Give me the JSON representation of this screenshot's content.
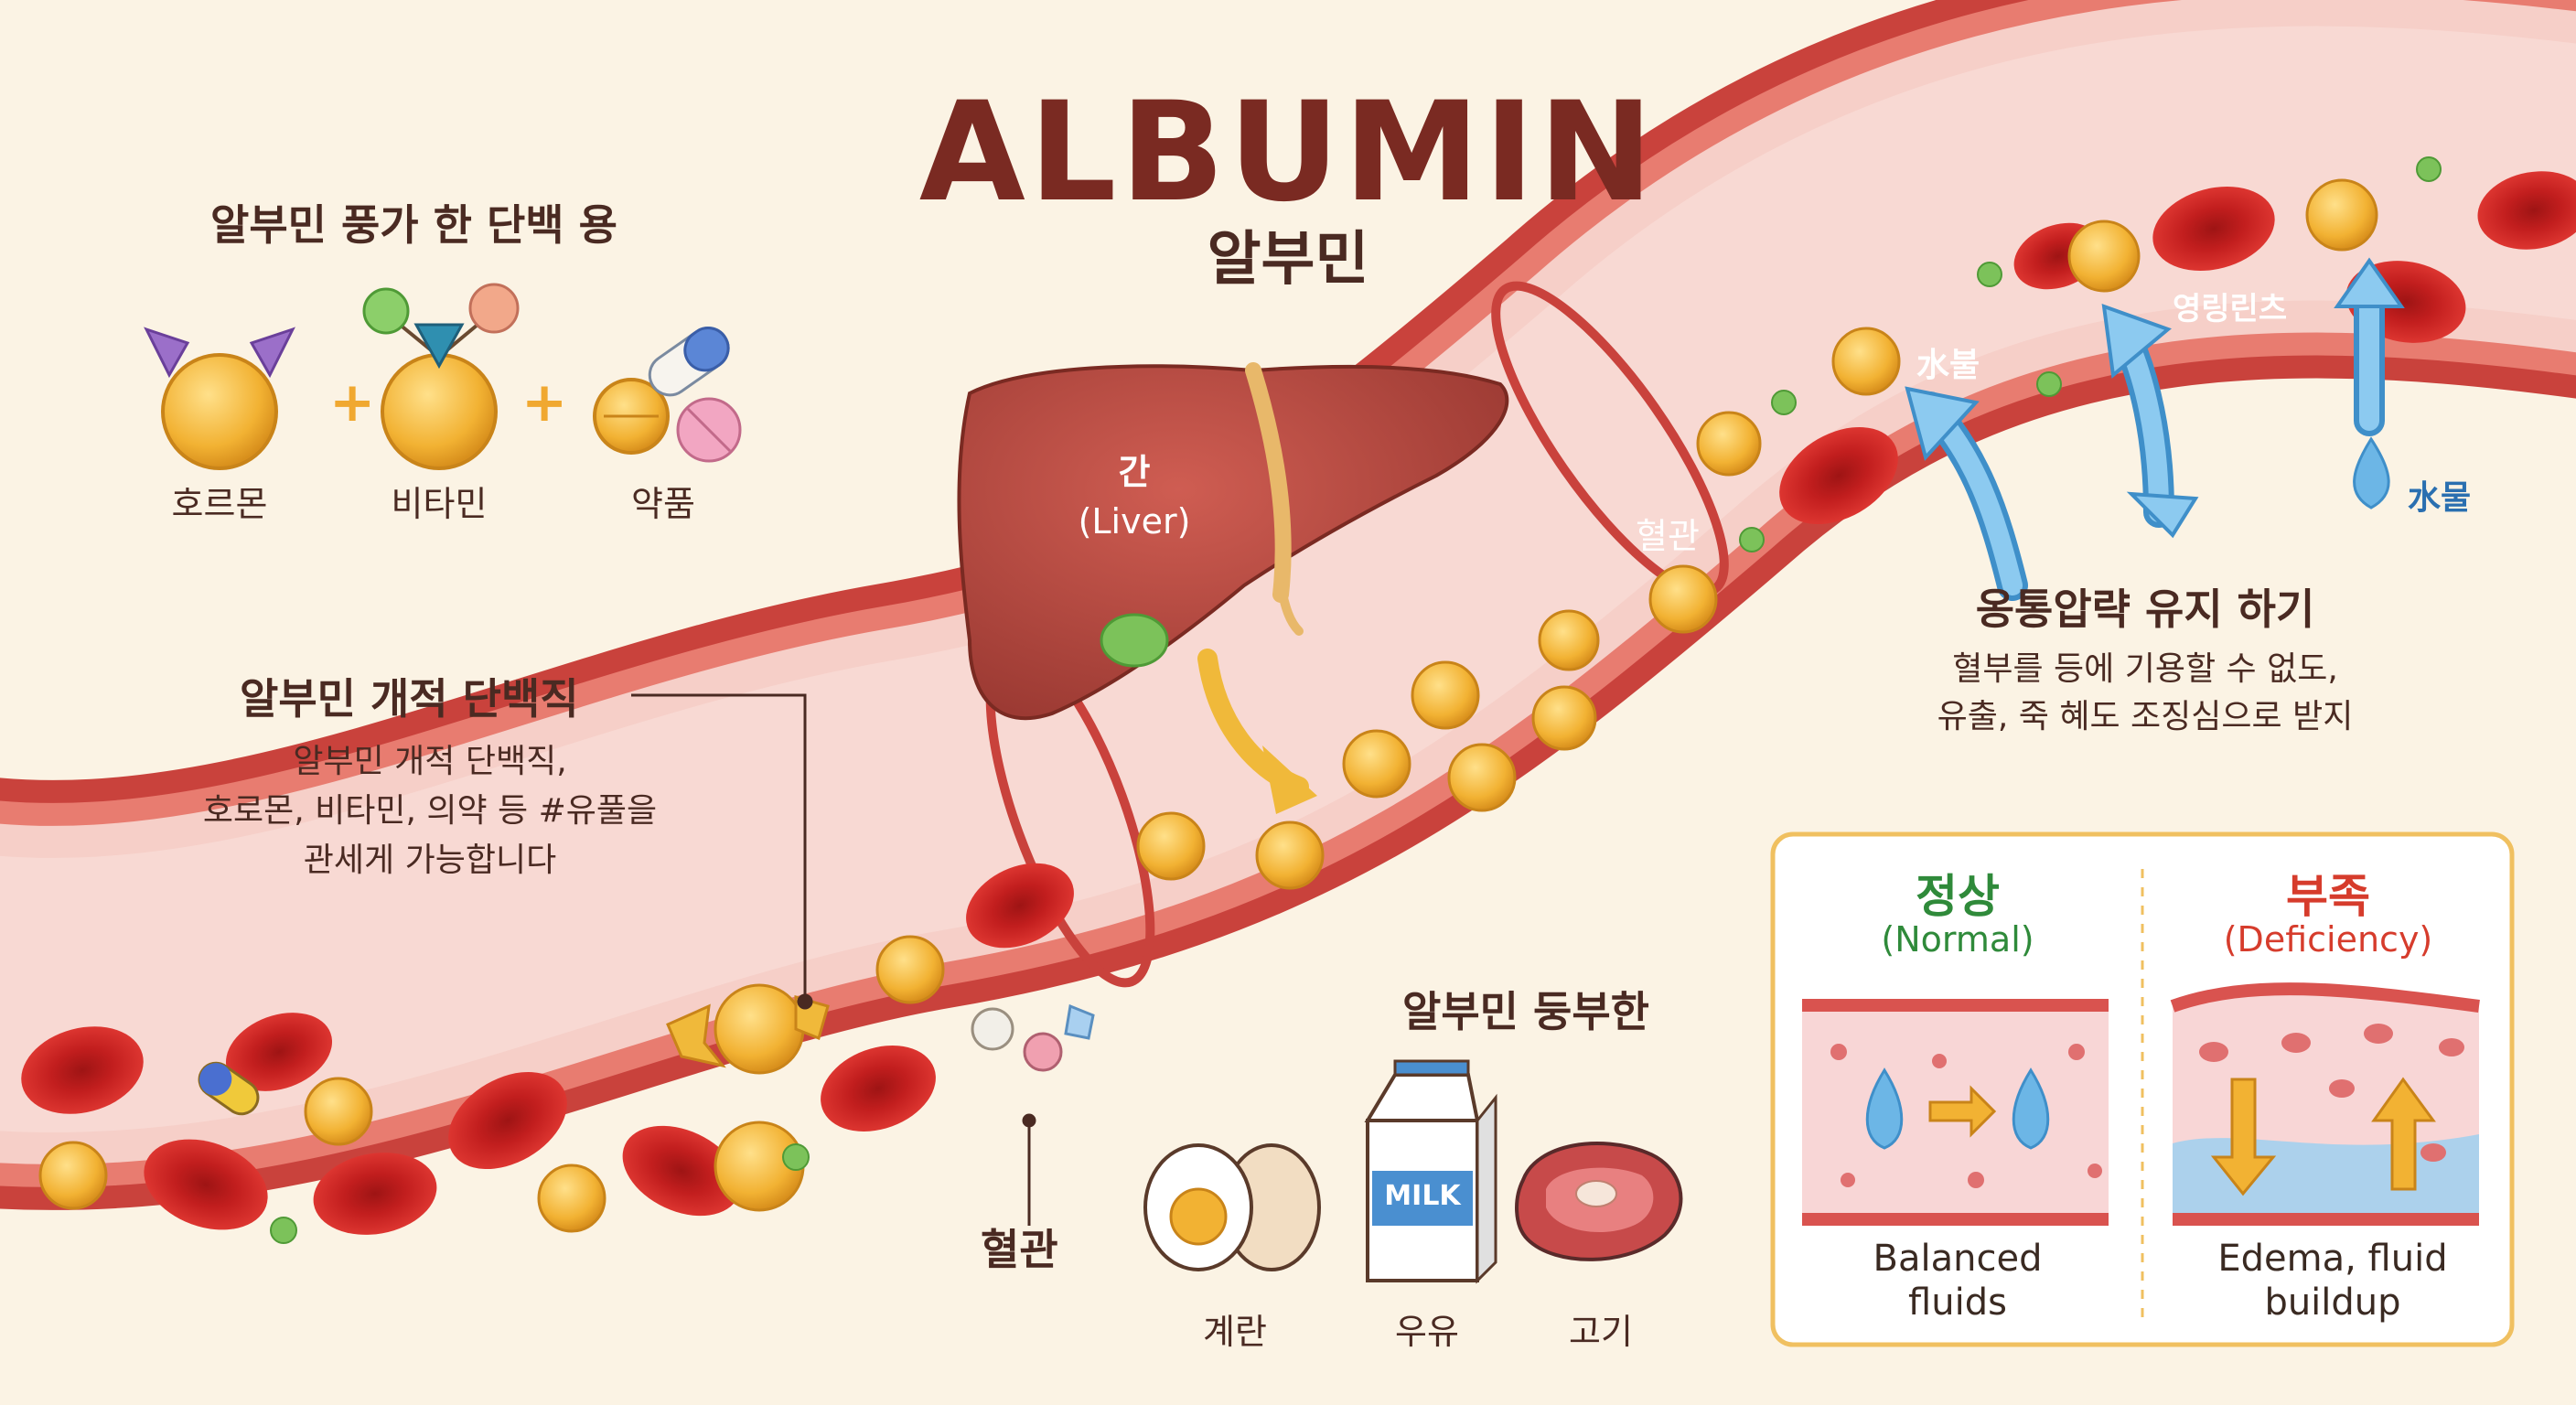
{
  "title": "ALBUMIN",
  "subtitle": "알부민",
  "transport_heading": "알부민 풍가 한 단백 용",
  "transport_items": [
    {
      "label": "호르몬",
      "icon": "hormone-icon"
    },
    {
      "label": "비타민",
      "icon": "vitamin-icon"
    },
    {
      "label": "약품",
      "icon": "pill-icon"
    }
  ],
  "liver": {
    "name": "간",
    "english": "(Liver)"
  },
  "carrier": {
    "heading": "알부민 개적 단백직",
    "lines": [
      "알부민 개적 단백직,",
      "호로몬, 비타민, 의약 등 #유풀을",
      "관세게 가능합니다"
    ]
  },
  "vessel_label": "혈관",
  "vessel_label_inner": "혈관",
  "osmotic": {
    "water_left": "水불",
    "lymph": "영링린츠",
    "water_right": "水물",
    "heading": "옹통압략 유지 하기",
    "lines": [
      "혈부를 등에 기용할 수 없도,",
      "유출, 죽 혜도 조징심으로 받지"
    ]
  },
  "foods": {
    "heading": "알부민 둥부한",
    "items": [
      {
        "label": "계란",
        "icon": "egg-icon"
      },
      {
        "label": "우유",
        "icon": "milk-carton-icon"
      },
      {
        "label": "고기",
        "icon": "meat-icon"
      }
    ],
    "milk_text": "MILK"
  },
  "comparison": {
    "normal_title": "정상",
    "normal_sub": "(Normal)",
    "normal_caption": "Balanced fluids",
    "deficiency_title": "부족",
    "deficiency_sub": "(Deficiency)",
    "deficiency_caption": "Edema, fluid buildup"
  },
  "colors": {
    "background": "#fbf3e4",
    "vessel_wall": "#d9534f",
    "vessel_inner": "#f7d2cc",
    "albumin": "#f2b233",
    "red_cell": "#d42a2a",
    "liver": "#b9473e",
    "arrow_blue": "#6cb6e6",
    "title": "#7a2a22"
  }
}
